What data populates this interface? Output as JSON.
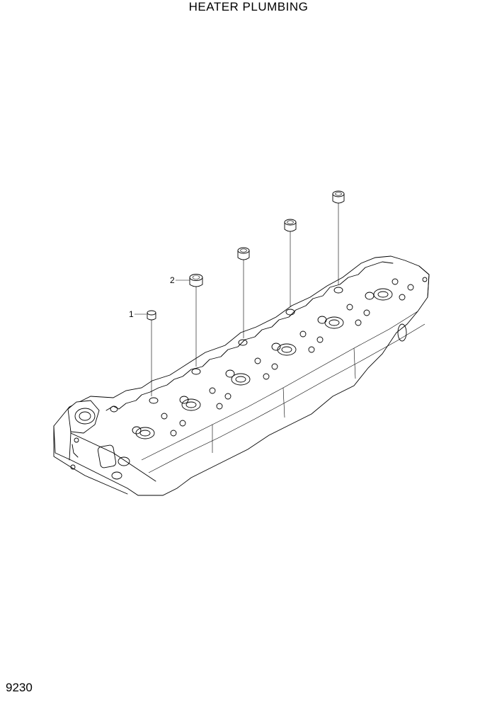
{
  "title": "HEATER PLUMBING",
  "page_number": "9230",
  "callouts": [
    {
      "label": "1",
      "part": "plug-small"
    },
    {
      "label": "2",
      "part": "plug"
    }
  ]
}
